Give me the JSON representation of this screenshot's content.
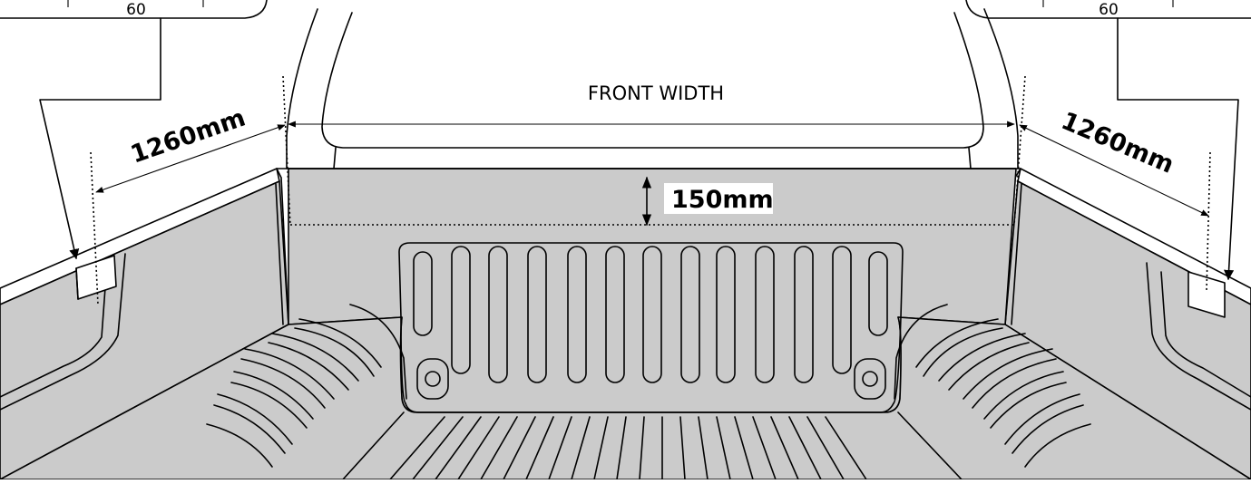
{
  "diagram": {
    "front_width_label": "FRONT WIDTH",
    "depth_label": "150mm",
    "left_length_label": "1260mm",
    "right_length_label": "1260mm",
    "left_gauge_label": "60",
    "right_gauge_label": "60"
  },
  "colors": {
    "bed_fill": "#cbcbcb",
    "line": "#000000",
    "background": "#ffffff"
  }
}
